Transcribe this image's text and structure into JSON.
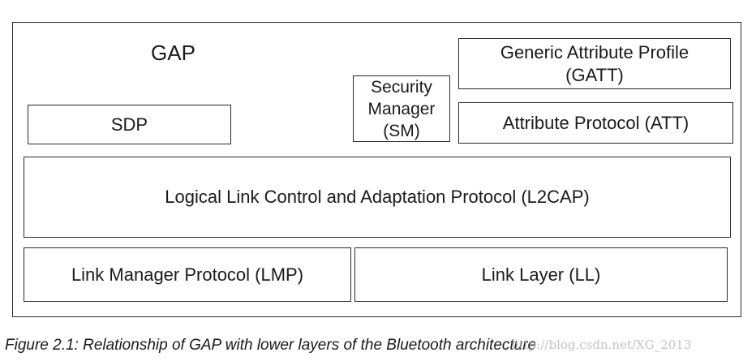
{
  "diagram": {
    "gap_label": "GAP",
    "sdp_label": "SDP",
    "security_manager": {
      "line1": "Security",
      "line2": "Manager",
      "line3": "(SM)"
    },
    "gatt": {
      "line1": "Generic Attribute Profile",
      "line2": "(GATT)"
    },
    "att_label": "Attribute Protocol (ATT)",
    "l2cap_label": "Logical Link Control and Adaptation Protocol (L2CAP)",
    "lmp_label": "Link Manager Protocol (LMP)",
    "ll_label": "Link Layer (LL)"
  },
  "caption": "Figure 2.1:  Relationship of GAP with lower layers of the Bluetooth architecture",
  "watermark": "http://blog.csdn.net/XG_2013"
}
